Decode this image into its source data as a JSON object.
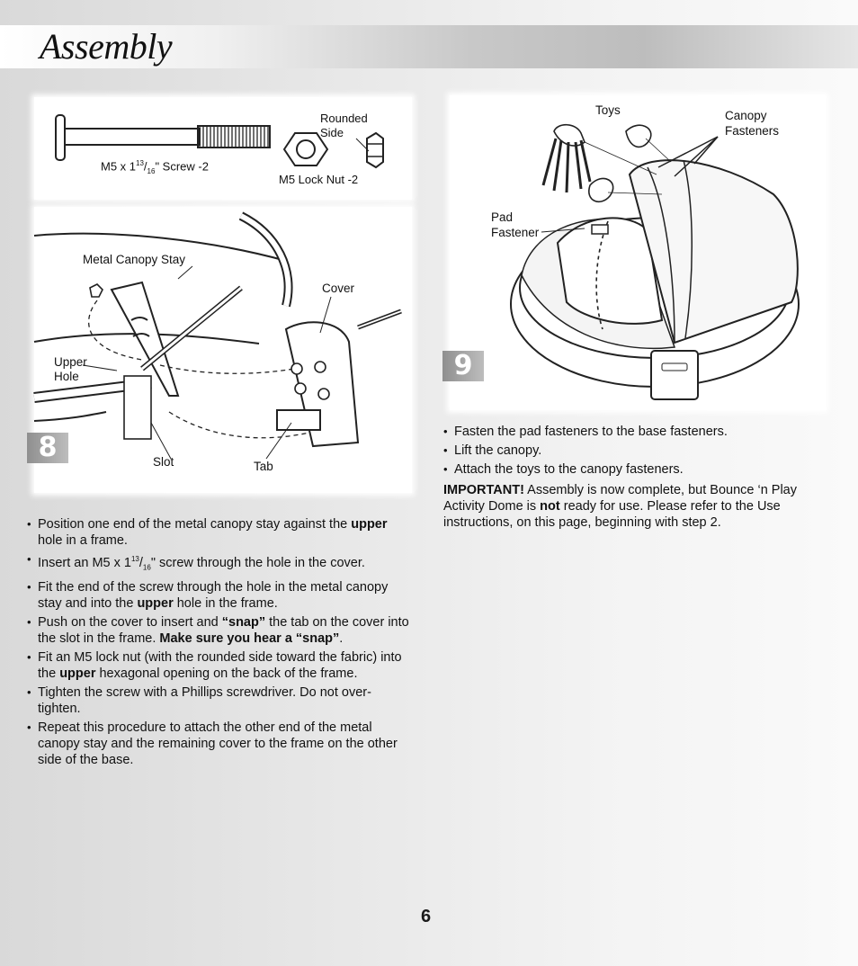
{
  "header": {
    "title": "Assembly"
  },
  "parts": {
    "screw_label": "M5 x 1",
    "screw_sup": "13",
    "screw_sub": "16",
    "screw_suffix": "\" Screw -2",
    "rounded_side": "Rounded",
    "rounded_side_2": "Side",
    "lock_nut": "M5 Lock Nut -2"
  },
  "step8": {
    "number": "8",
    "labels": {
      "metal_canopy_stay": "Metal Canopy Stay",
      "cover": "Cover",
      "upper": "Upper",
      "hole": "Hole",
      "slot": "Slot",
      "tab": "Tab"
    },
    "instructions": [
      {
        "before": "Position one end of the metal canopy stay against the ",
        "bold": "upper",
        "after": " hole in a frame."
      },
      {
        "before": "Insert an M5 x 1",
        "sup": "13",
        "slash": "/",
        "sub": "16",
        "after": "\" screw through the hole in the cover."
      },
      {
        "before": "Fit the end of the screw through the hole in the metal canopy stay and into the ",
        "bold": "upper",
        "after": " hole in the frame."
      },
      {
        "before": "Push on the cover to insert and ",
        "bold": "“snap”",
        "middle": " the tab on the cover into the slot in the frame. ",
        "bold2": "Make sure you hear a “snap”",
        "after": "."
      },
      {
        "before": "Fit an M5 lock nut (with the rounded side toward the fabric) into the ",
        "bold": "upper",
        "after": " hexagonal opening on the back of the frame."
      },
      {
        "before": "Tighten the screw with a Phillips screwdriver. Do not over-tighten."
      },
      {
        "before": "Repeat this procedure to attach the other end of the metal canopy stay and the remaining cover to the frame on the other side of the base."
      }
    ]
  },
  "step9": {
    "number": "9",
    "labels": {
      "toys": "Toys",
      "canopy": "Canopy",
      "fasteners": "Fasteners",
      "pad": "Pad",
      "pad_fastener": "Fastener"
    },
    "instructions": [
      "Fasten the pad fasteners to the base fasteners.",
      "Lift the canopy.",
      "Attach the toys to the canopy fasteners."
    ],
    "important_label": "IMPORTANT!",
    "important_before": " Assembly is now complete, but Bounce ‘n Play Activity Dome is ",
    "important_bold": "not",
    "important_after": " ready for use. Please refer to the Use instructions, on this page, beginning with step 2."
  },
  "page_number": "6"
}
